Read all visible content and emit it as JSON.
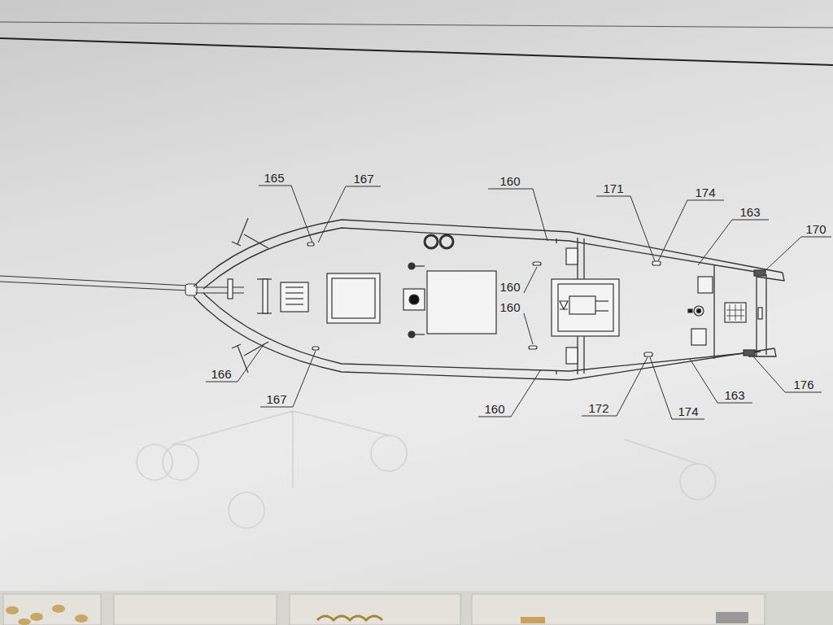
{
  "diagram": {
    "labels": [
      "165",
      "167",
      "160",
      "171",
      "174",
      "163",
      "170",
      "160",
      "160",
      "166",
      "167",
      "160",
      "172",
      "174",
      "163",
      "176"
    ]
  }
}
